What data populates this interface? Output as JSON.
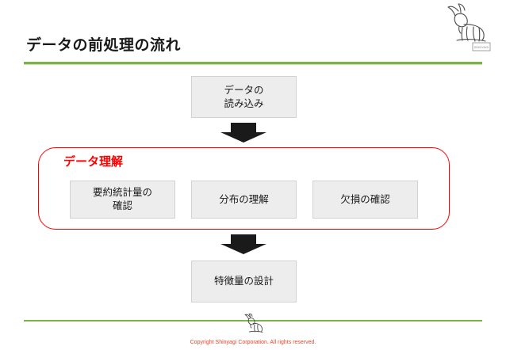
{
  "slide": {
    "title": "データの前処理の流れ",
    "accent_color": "#7bb24a",
    "group_color": "#ff0000"
  },
  "diagram": {
    "nodes": {
      "load": "データの\n読み込み",
      "load_line1": "データの",
      "load_line2": "読み込み",
      "summary_line1": "要約統計量の",
      "summary_line2": "確認",
      "distribution": "分布の理解",
      "missing": "欠損の確認",
      "feature": "特徴量の設計"
    },
    "group_label": "データ理解",
    "arrows": [
      {
        "name": "arrow-load-to-understanding",
        "direction": "down"
      },
      {
        "name": "arrow-understanding-to-feature",
        "direction": "down"
      }
    ]
  },
  "footer": {
    "copyright": "Copyright Shinyagi Corporation. All rights reserved."
  }
}
